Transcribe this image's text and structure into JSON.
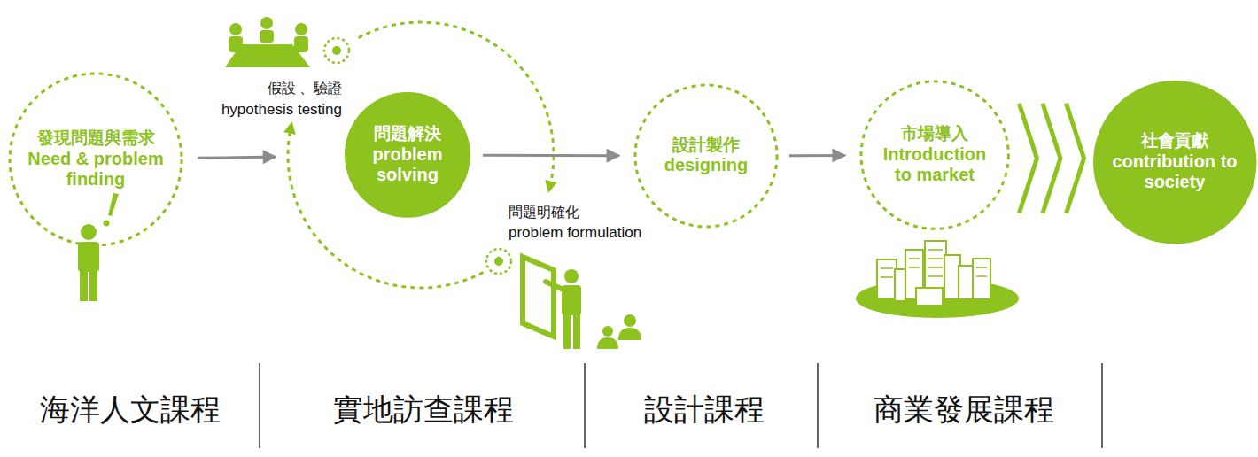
{
  "diagram": {
    "nodes": [
      {
        "text": [
          "發現問題與需求",
          "Need & problem finding"
        ]
      },
      {
        "text": [
          "問題解決",
          "problem solving"
        ]
      },
      {
        "text": [
          "設計製作",
          "designing"
        ]
      },
      {
        "text": [
          "市場導入",
          "Introduction to market"
        ]
      },
      {
        "text": [
          "社會貢獻",
          "contribution to society"
        ]
      }
    ],
    "edges": [
      {
        "from": 0,
        "to": 1,
        "arrow": "to"
      },
      {
        "from": 1,
        "to": 2,
        "arrow": "to"
      },
      {
        "from": 2,
        "to": 3,
        "arrow": "to"
      },
      {
        "from": 3,
        "to": 4,
        "arrow": "to"
      }
    ],
    "labels": [
      "假設 、驗證",
      "hypothesis testing",
      "問題明確化",
      "problem formulation",
      "海洋人文課程",
      "實地訪查課程",
      "設計課程",
      "商業發展課程"
    ]
  }
}
